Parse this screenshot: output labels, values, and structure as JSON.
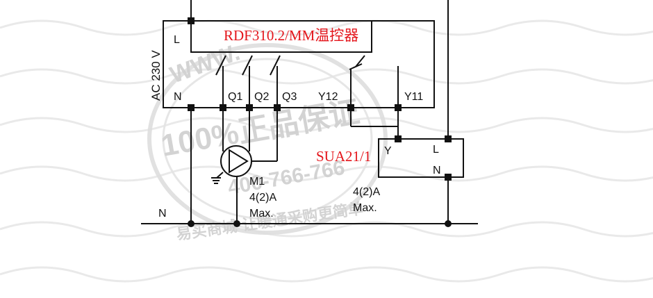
{
  "diagram": {
    "thermostat_title": "RDF310.2/MM温控器",
    "supply_label": "AC 230 V",
    "thermostat_L": "L",
    "thermostat_N": "N",
    "terminal_q1": "Q1",
    "terminal_q2": "Q2",
    "terminal_q3": "Q3",
    "terminal_y12": "Y12",
    "terminal_y11": "Y11",
    "actuator_title": "SUA21/1",
    "actuator_Y": "Y",
    "actuator_L": "L",
    "actuator_N": "N",
    "motor_label": "M1",
    "motor_rating": "4(2)A",
    "motor_max": "Max.",
    "actuator_rating": "4(2)A",
    "actuator_max": "Max.",
    "neutral_bus_label": "N"
  },
  "watermark": {
    "top_text": "WWW.",
    "main_text": "100%正品保证",
    "phone_text": "400-766-766",
    "bottom_text": "易买商城·让暖通采购更简单"
  },
  "colors": {
    "line": "#111111",
    "accent_red": "#e4161c",
    "watermark": "#cfcfcf"
  }
}
